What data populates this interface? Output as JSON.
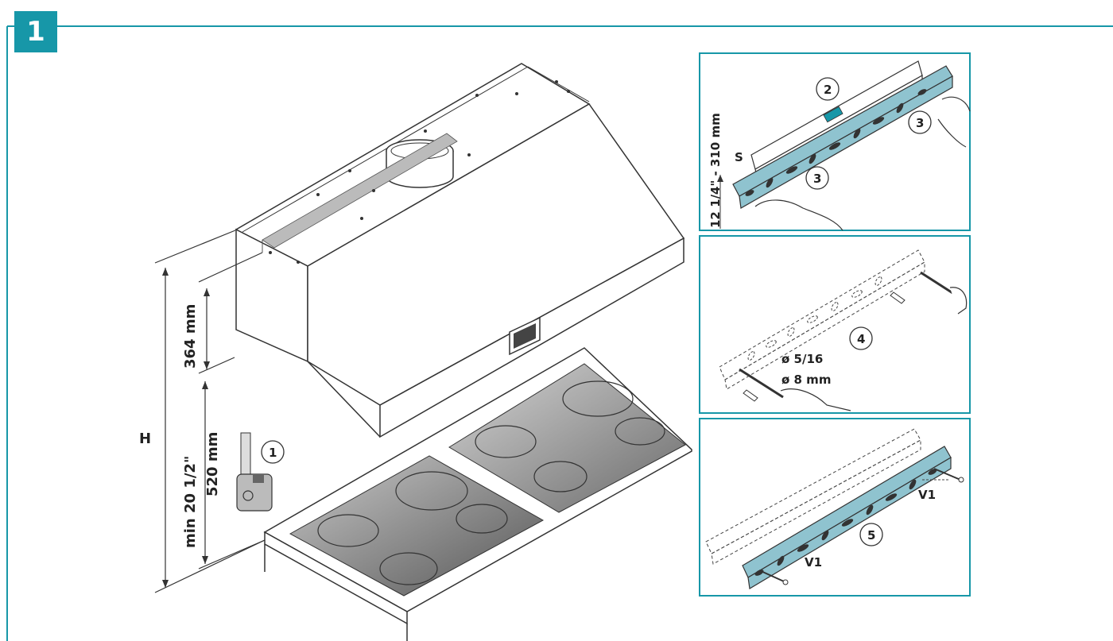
{
  "step": {
    "number": "1"
  },
  "dimensions": {
    "height_label": "H",
    "hood_height": "364 mm",
    "min_inch": "min 20 1/2\"",
    "min_mm": "520 mm"
  },
  "callouts": {
    "c1": "1",
    "c2": "2",
    "c3a": "3",
    "c3b": "3",
    "c4": "4",
    "c5": "5"
  },
  "panel_top": {
    "side_label": "12 1/4\" - 310 mm",
    "s_label": "S"
  },
  "panel_middle": {
    "drill_inch": "ø 5/16",
    "drill_mm": "ø 8 mm"
  },
  "panel_bottom": {
    "screw_right": "V1",
    "screw_left": "V1"
  },
  "colors": {
    "accent": "#1797a8",
    "bracket": "#8fc3cf",
    "line": "#333333"
  }
}
